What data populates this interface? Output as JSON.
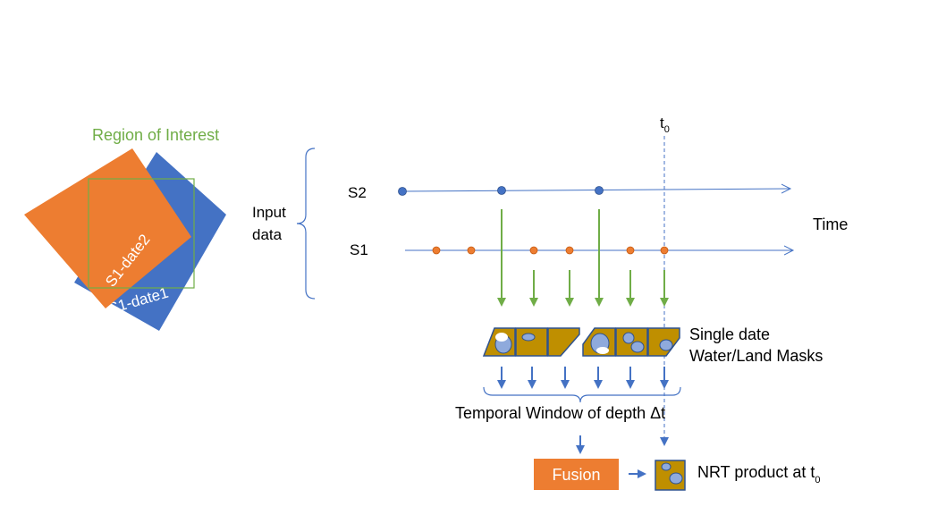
{
  "roi": {
    "title": "Region of Interest",
    "scene_back": "S1-date1",
    "scene_front": "S1-date2"
  },
  "input_data": {
    "line1": "Input",
    "line2": "data"
  },
  "timeline": {
    "s2_label": "S2",
    "s1_label": "S1",
    "time_label": "Time",
    "t0_main": "t",
    "t0_sub": "0"
  },
  "masks": {
    "line1": "Single date",
    "line2": "Water/Land Masks"
  },
  "window_label": "Temporal Window of depth Δt",
  "fusion_label": "Fusion",
  "product": {
    "label_main": "NRT product at t",
    "label_sub": "0"
  },
  "colors": {
    "orange": "#ED7D31",
    "blue": "#4472C4",
    "green": "#70AD47",
    "mask_land": "#BF8F00",
    "mask_water": "#8FAADC"
  }
}
